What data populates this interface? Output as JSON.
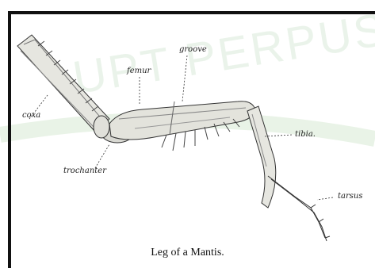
{
  "watermark": {
    "text": "UPT PERPUSTAKAAN"
  },
  "labels": {
    "coxa": "coxa",
    "femur": "femur",
    "groove": "groove",
    "tibia": "tibia.",
    "trochanter": "trochanter",
    "tarsus": "tarsus"
  },
  "caption": "Leg of a Mantis."
}
